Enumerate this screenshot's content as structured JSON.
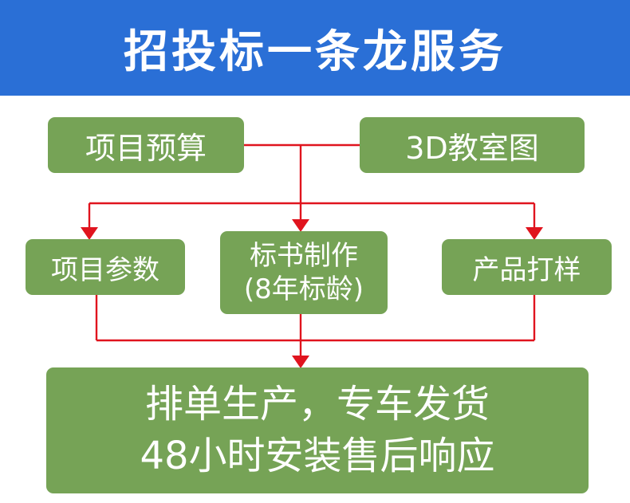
{
  "header": {
    "title": "招投标一条龙服务",
    "bg_color": "#2a6fd6"
  },
  "colors": {
    "box": "#76a356",
    "arrow": "#e0141e"
  },
  "nodes": {
    "budget": "项目预算",
    "classroom_3d": "3D教室图",
    "parameters": "项目参数",
    "bid_line1": "标书制作",
    "bid_line2": "(8年标龄)",
    "sample": "产品打样",
    "final_line1": "排单生产，专车发货",
    "final_line2": "48小时安装售后响应"
  }
}
